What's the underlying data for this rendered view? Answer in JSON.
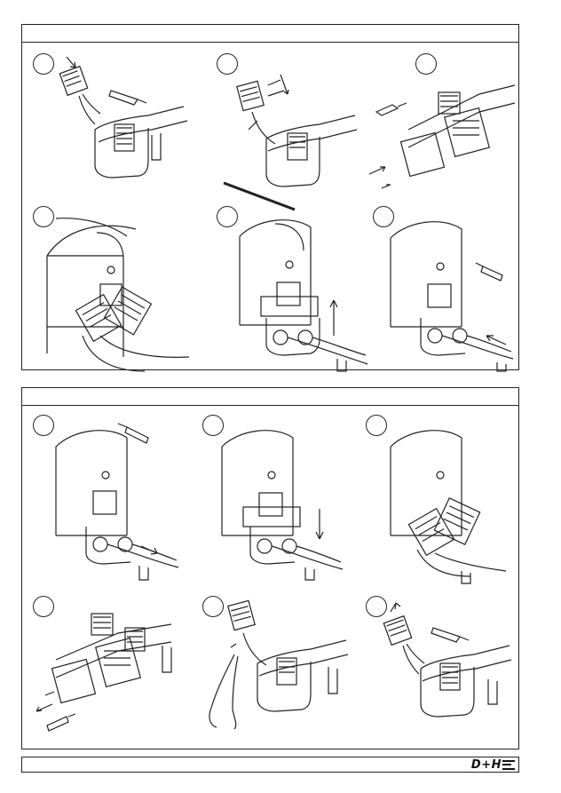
{
  "page": {
    "panels": [
      {
        "header_text": "",
        "steps": [
          {
            "number": "",
            "illustration": "terminal-block-wire-removal"
          },
          {
            "number": "",
            "illustration": "cable-tie-measurement"
          },
          {
            "number": "",
            "illustration": "housing-clips-removal"
          },
          {
            "number": "",
            "illustration": "drive-with-terminals-attached"
          },
          {
            "number": "",
            "illustration": "cover-slide-up"
          },
          {
            "number": "",
            "illustration": "cable-gland-insert"
          }
        ]
      },
      {
        "header_text": "",
        "steps": [
          {
            "number": "",
            "illustration": "cable-gland-screw"
          },
          {
            "number": "",
            "illustration": "cover-slide-down"
          },
          {
            "number": "",
            "illustration": "terminals-connected"
          },
          {
            "number": "",
            "illustration": "housing-clips-removal-reverse"
          },
          {
            "number": "",
            "illustration": "pliers-cut-cable-tie"
          },
          {
            "number": "",
            "illustration": "terminal-block-detach"
          }
        ]
      }
    ],
    "footer": {
      "logo_text": "D+H",
      "logo_icon": "dh-brand-logo"
    }
  }
}
